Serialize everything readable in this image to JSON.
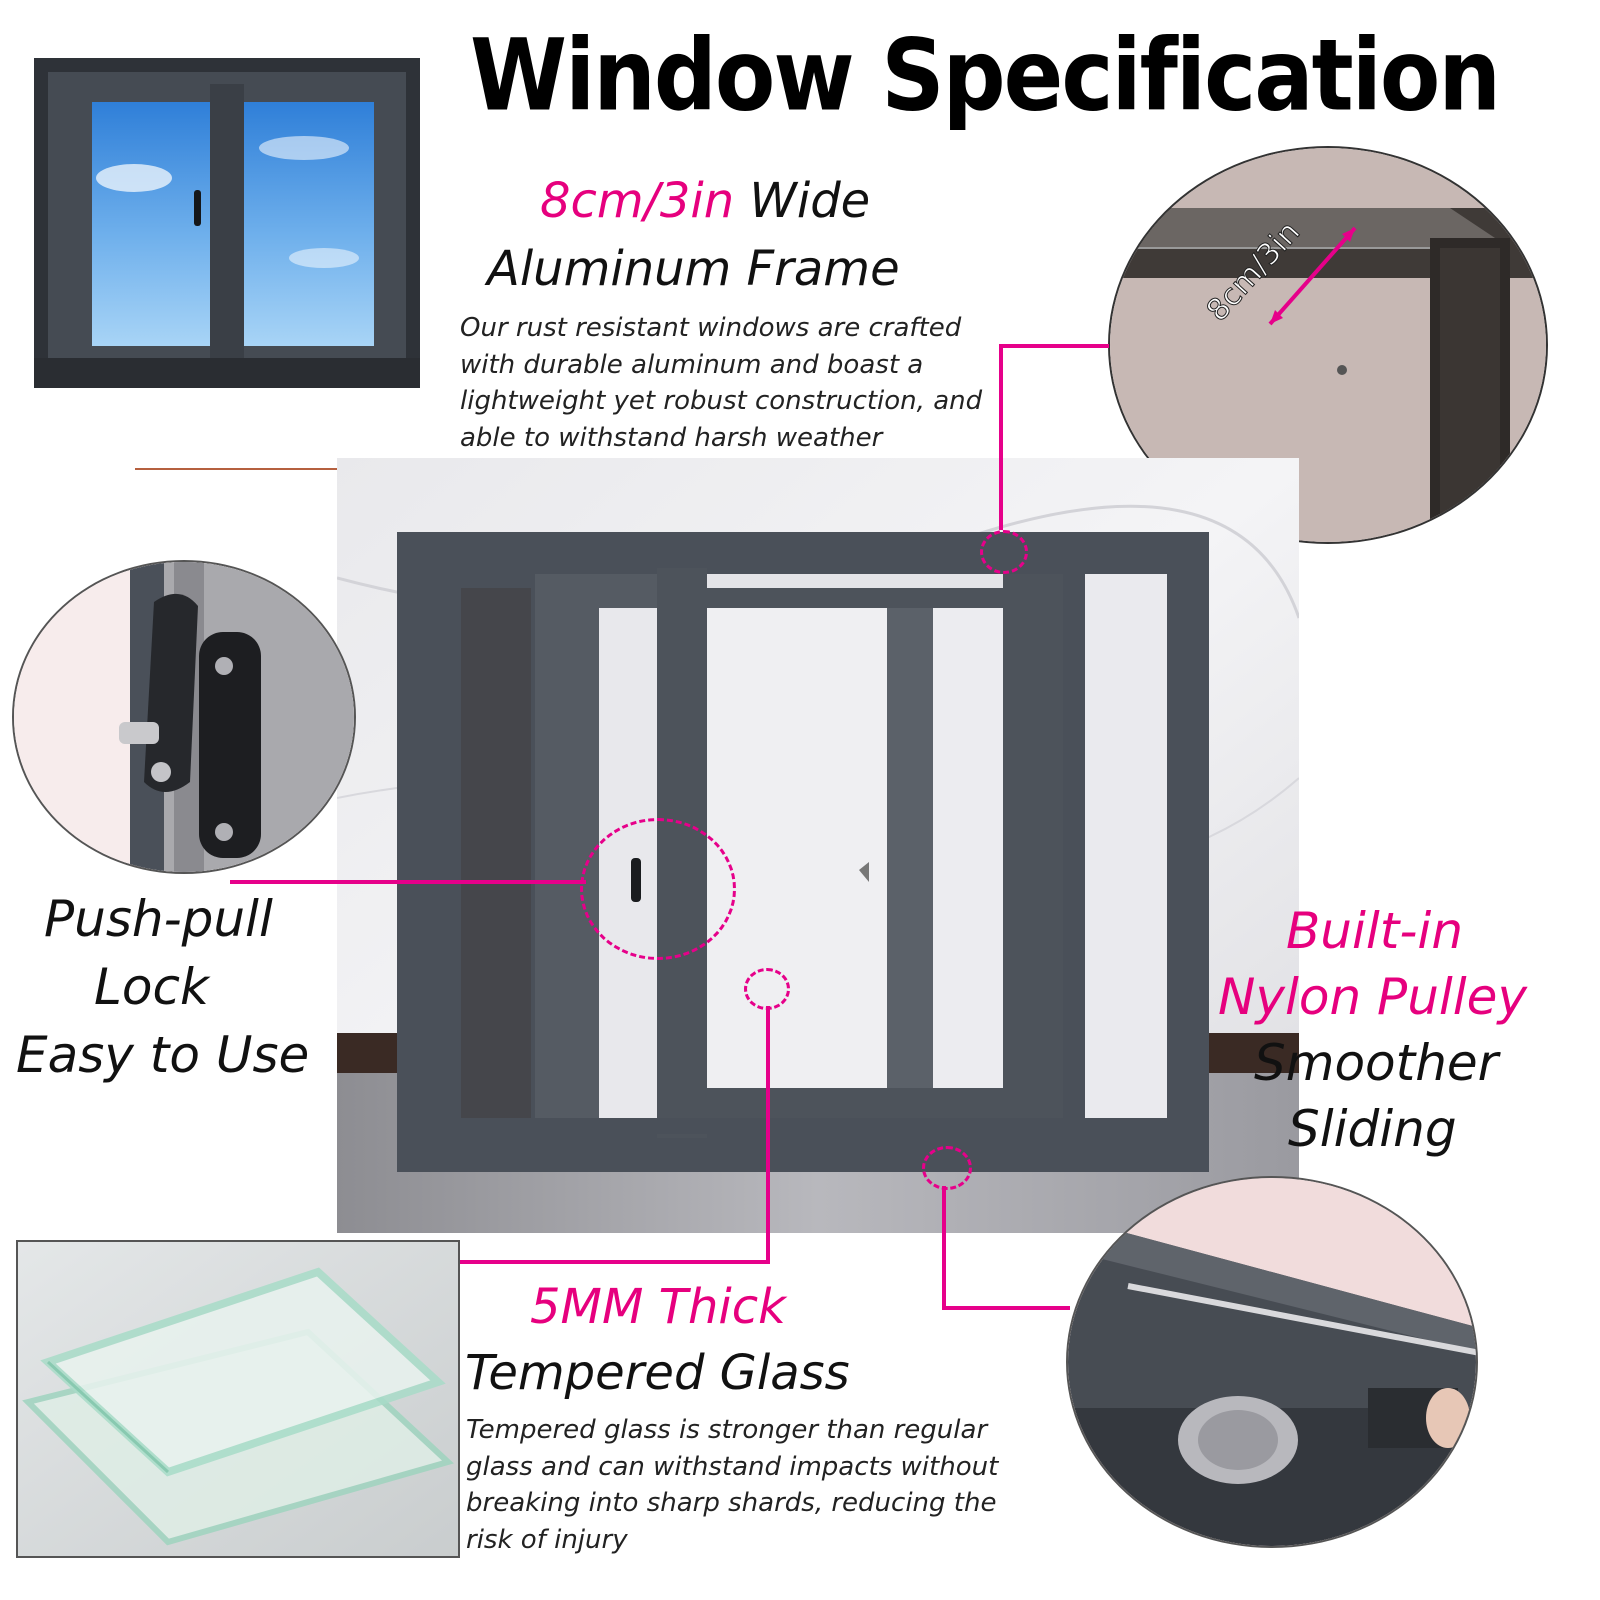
{
  "title": "Window Specification",
  "frame_feature": {
    "highlight": "8cm/3in",
    "heading_rest": " Wide",
    "heading_line2": "Aluminum Frame",
    "description": "Our rust resistant windows are crafted with durable aluminum and boast a lightweight yet robust construction, and able to withstand harsh weather conditions",
    "photo_label": "8cm/3in"
  },
  "lock_feature": {
    "line1": "Push-pull",
    "line2": "Lock",
    "line3": "Easy to Use"
  },
  "pulley_feature": {
    "line1": "Built-in",
    "line2": "Nylon Pulley",
    "line3": "Smoother",
    "line4": "Sliding"
  },
  "glass_feature": {
    "highlight": "5MM Thick",
    "heading": "Tempered Glass",
    "description": "Tempered glass is stronger than regular glass and can withstand impacts without breaking into sharp shards, reducing the risk of injury"
  },
  "colors": {
    "accent": "#e6007e",
    "frame": "#4a5059",
    "text": "#111111"
  }
}
